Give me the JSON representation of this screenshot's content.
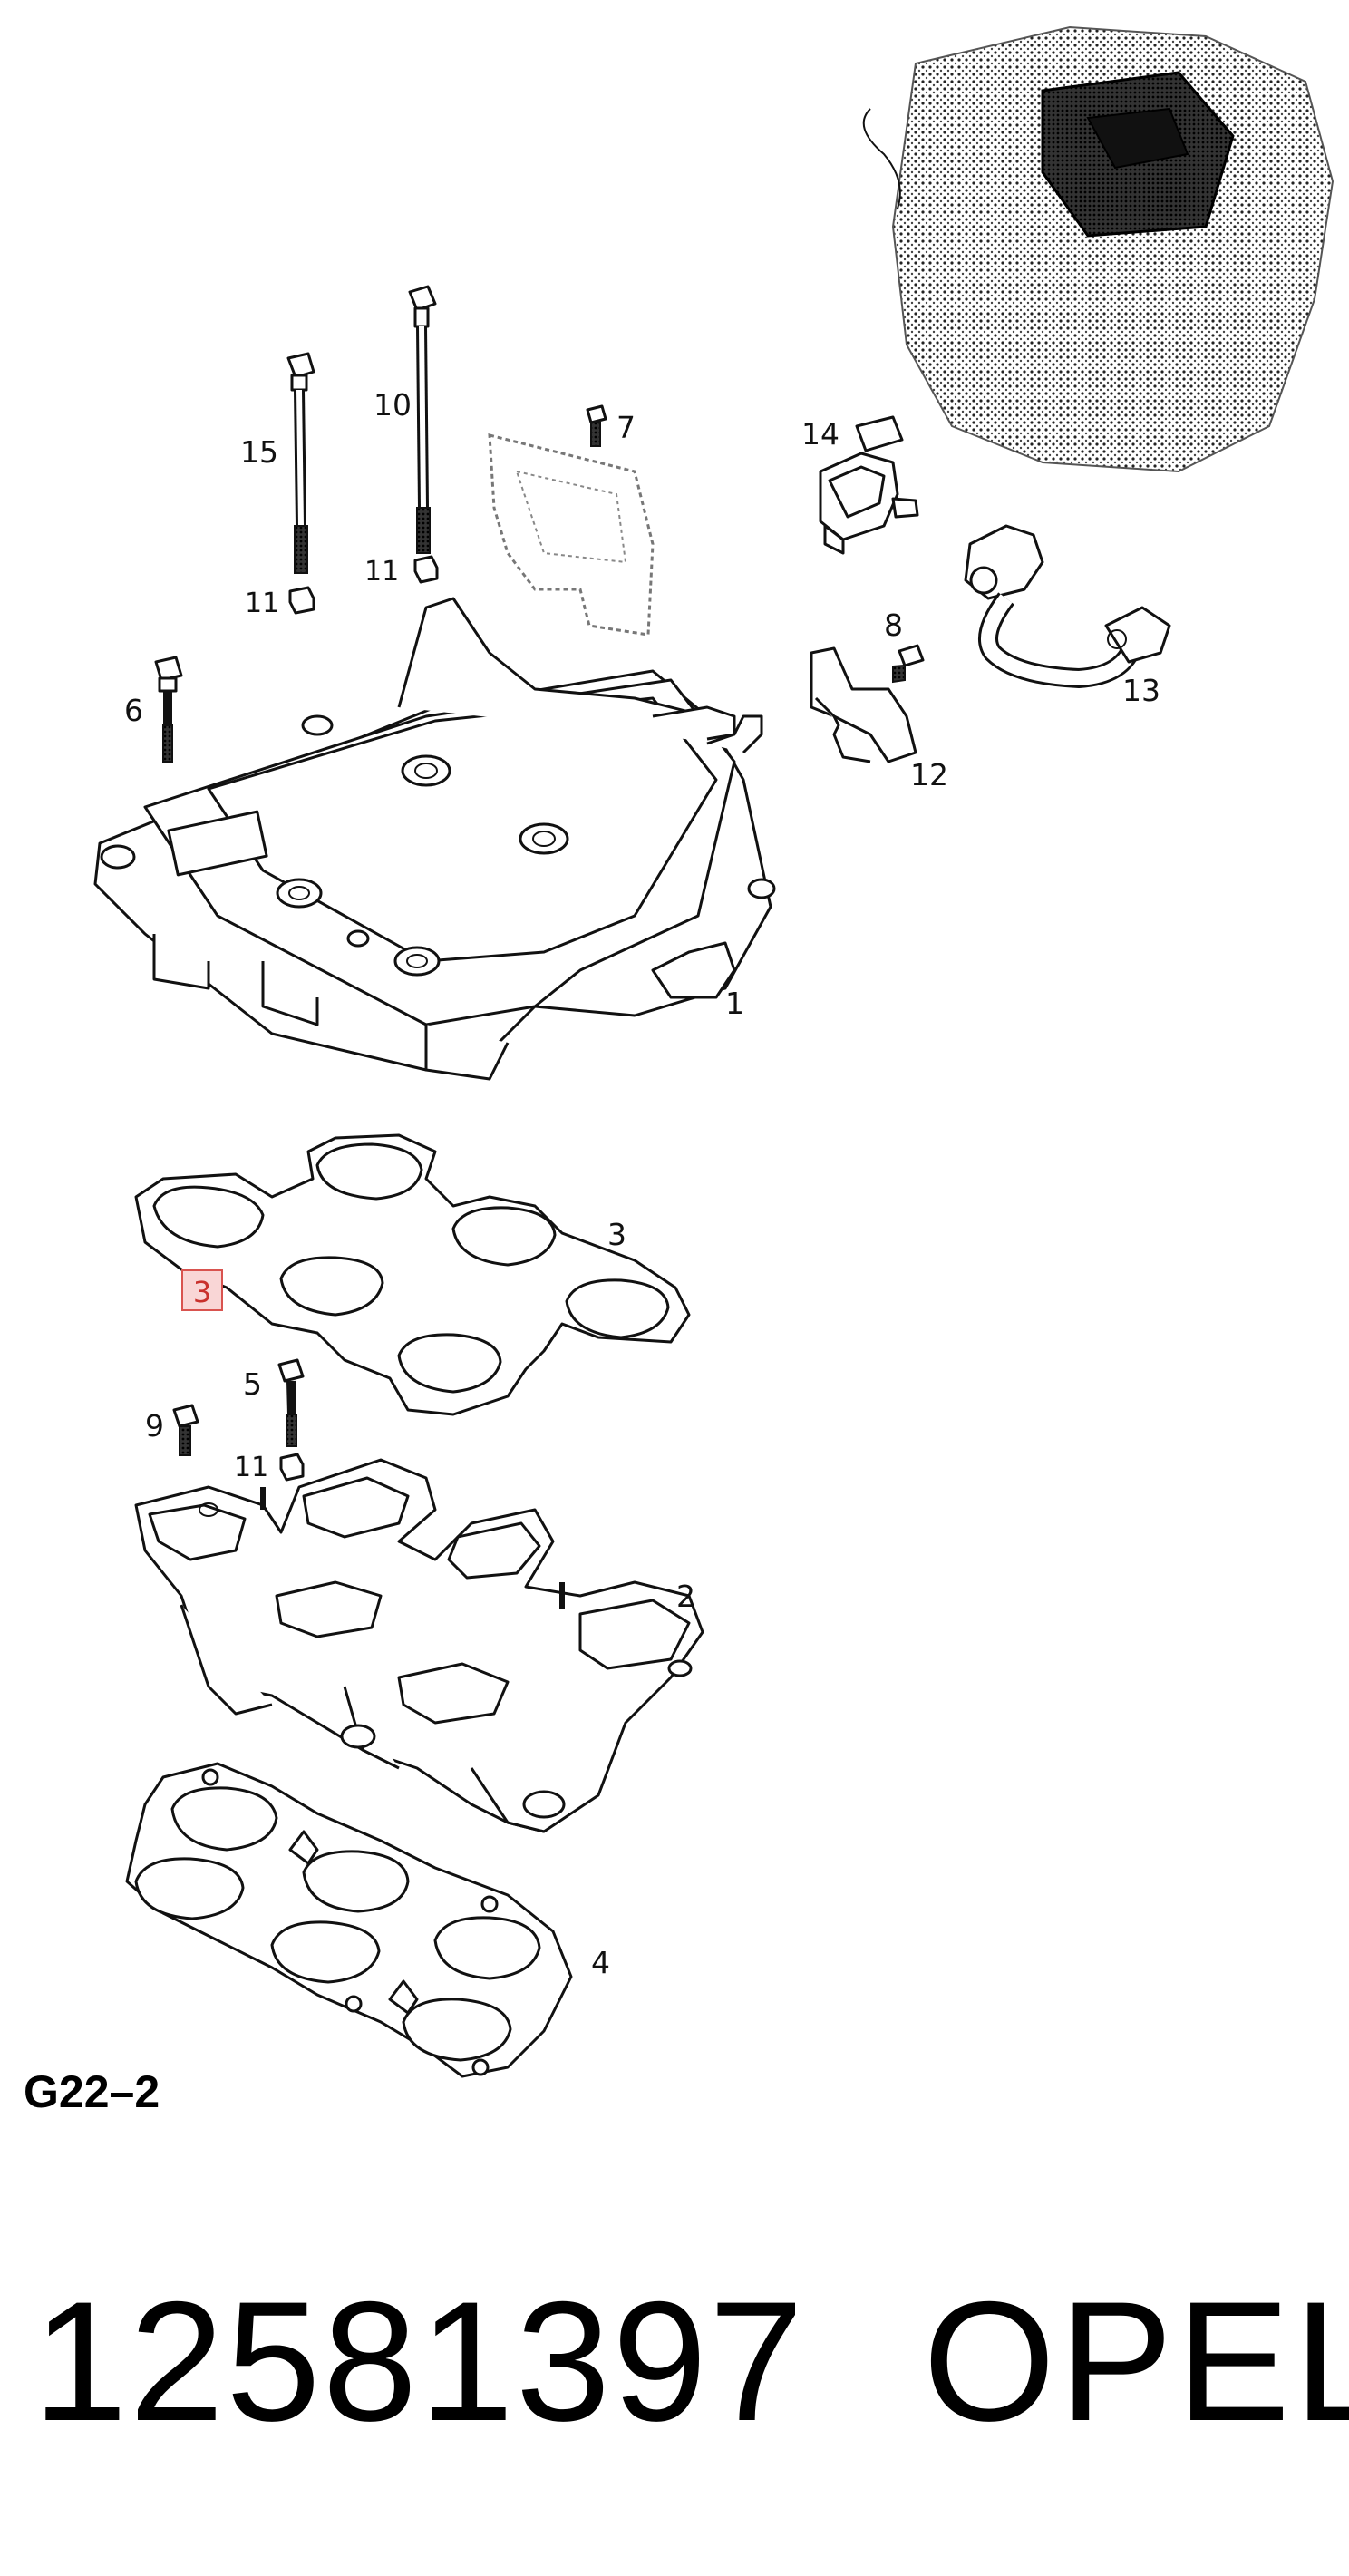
{
  "callouts": {
    "c1": "1",
    "c2": "2",
    "c3a": "3",
    "c3b": "3",
    "c4": "4",
    "c5": "5",
    "c6": "6",
    "c7": "7",
    "c8": "8",
    "c9": "9",
    "c10": "10",
    "c11a": "11",
    "c11b": "11",
    "c11c": "11",
    "c12": "12",
    "c13": "13",
    "c14": "14",
    "c15": "15"
  },
  "section_code": "G22–2",
  "part_number": "12581397",
  "brand": "OPEL",
  "colors": {
    "highlight_border": "#d9534f",
    "highlight_fill": "#f9d6d6",
    "ink": "#111111"
  }
}
